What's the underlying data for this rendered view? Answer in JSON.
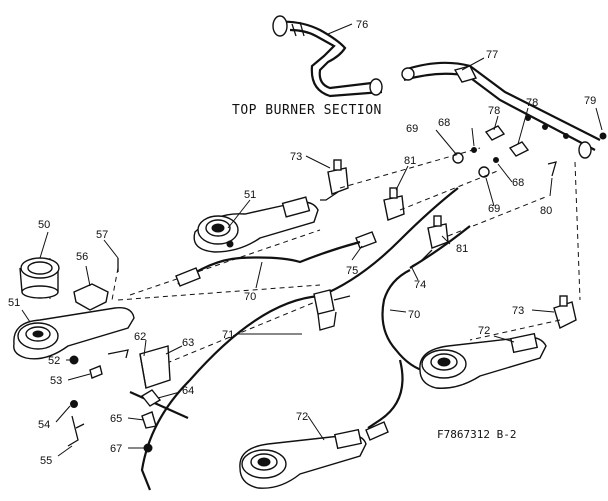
{
  "diagram": {
    "title": "TOP BURNER SECTION",
    "figure_code": "F7867312 B-2",
    "callouts": [
      "76",
      "77",
      "78",
      "78",
      "79",
      "69",
      "68",
      "73",
      "81",
      "68",
      "69",
      "80",
      "51",
      "81",
      "75",
      "74",
      "50",
      "57",
      "56",
      "70",
      "51",
      "71",
      "62",
      "63",
      "70",
      "73",
      "72",
      "52",
      "53",
      "64",
      "54",
      "65",
      "72",
      "67",
      "55"
    ]
  }
}
